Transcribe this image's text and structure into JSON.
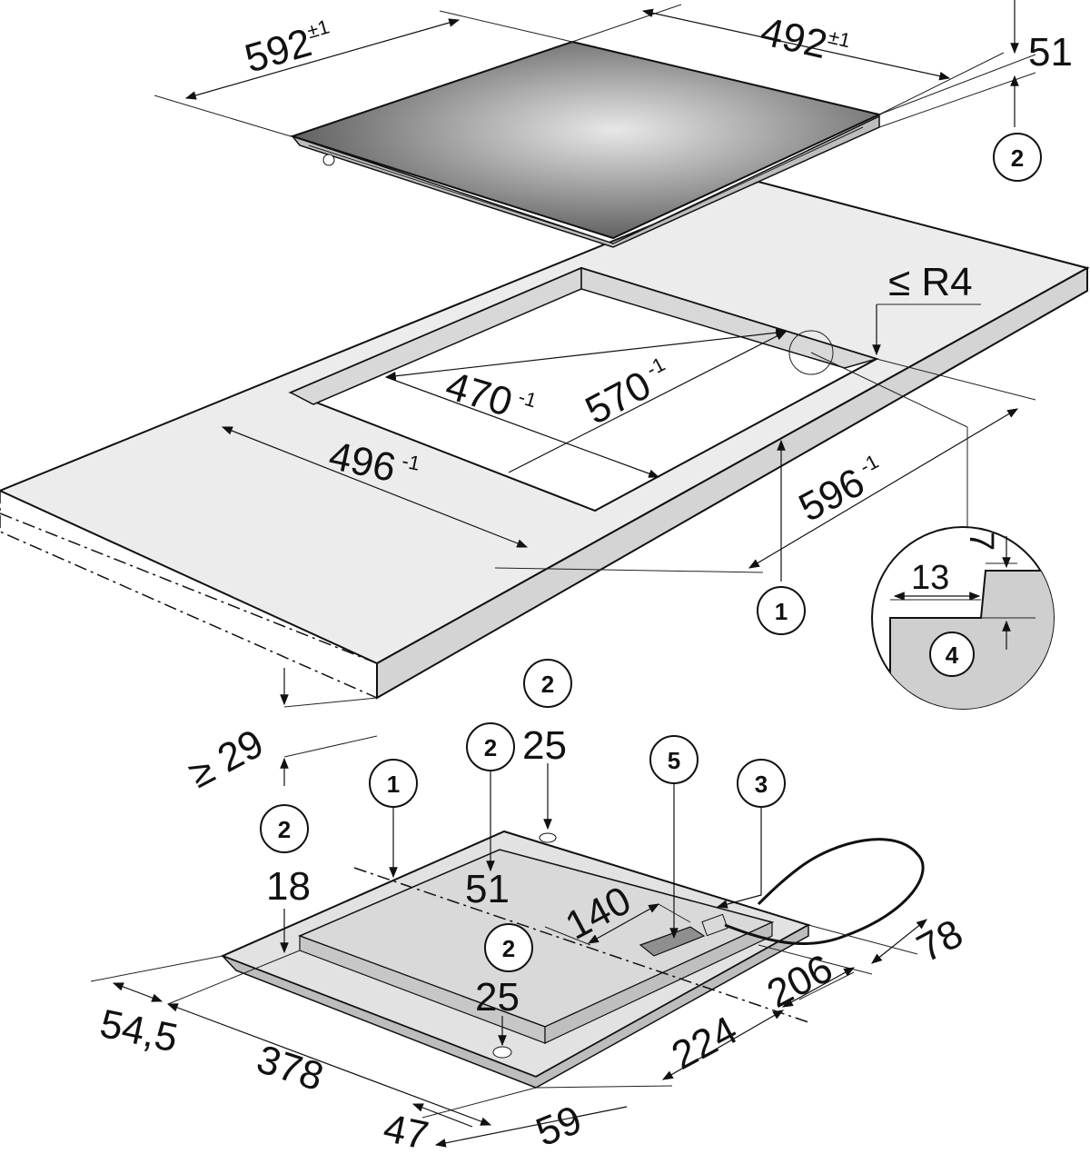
{
  "dimensions": {
    "hob_width": "592",
    "hob_width_tol": "±1",
    "hob_depth": "492",
    "hob_depth_tol": "±1",
    "hob_height": "51",
    "radius": "≤ R4",
    "cutout_depth_inner": "470",
    "cutout_depth_inner_tol": "-1",
    "cutout_width_inner": "570",
    "cutout_width_inner_tol": "-1",
    "cutout_depth": "496",
    "cutout_depth_tol": "-1",
    "cutout_width": "596",
    "cutout_width_tol": "-1",
    "worktop_min": "≥ 29",
    "detail_13": "13",
    "detail_7": "7",
    "under_25_top": "25",
    "under_18": "18",
    "under_51": "51",
    "under_140": "140",
    "under_25_front": "25",
    "under_78": "78",
    "under_206": "206",
    "under_224": "224",
    "under_54_5": "54,5",
    "under_378": "378",
    "under_47": "47",
    "under_59": "59"
  },
  "callouts": {
    "c1_top": "1",
    "c2_top": "2",
    "c4_detail": "4",
    "c2_under_a": "2",
    "c2_under_b": "2",
    "c2_under_left": "2",
    "c1_under": "1",
    "c5_under": "5",
    "c3_under": "3",
    "c2_under_front": "2"
  },
  "colors": {
    "worktop": "#ebebeb",
    "edge": "#d0d0d0",
    "glass_dark": "#3a3a3a",
    "glass_light": "#c8c8c8",
    "detail_fill": "#cfcfcf"
  }
}
